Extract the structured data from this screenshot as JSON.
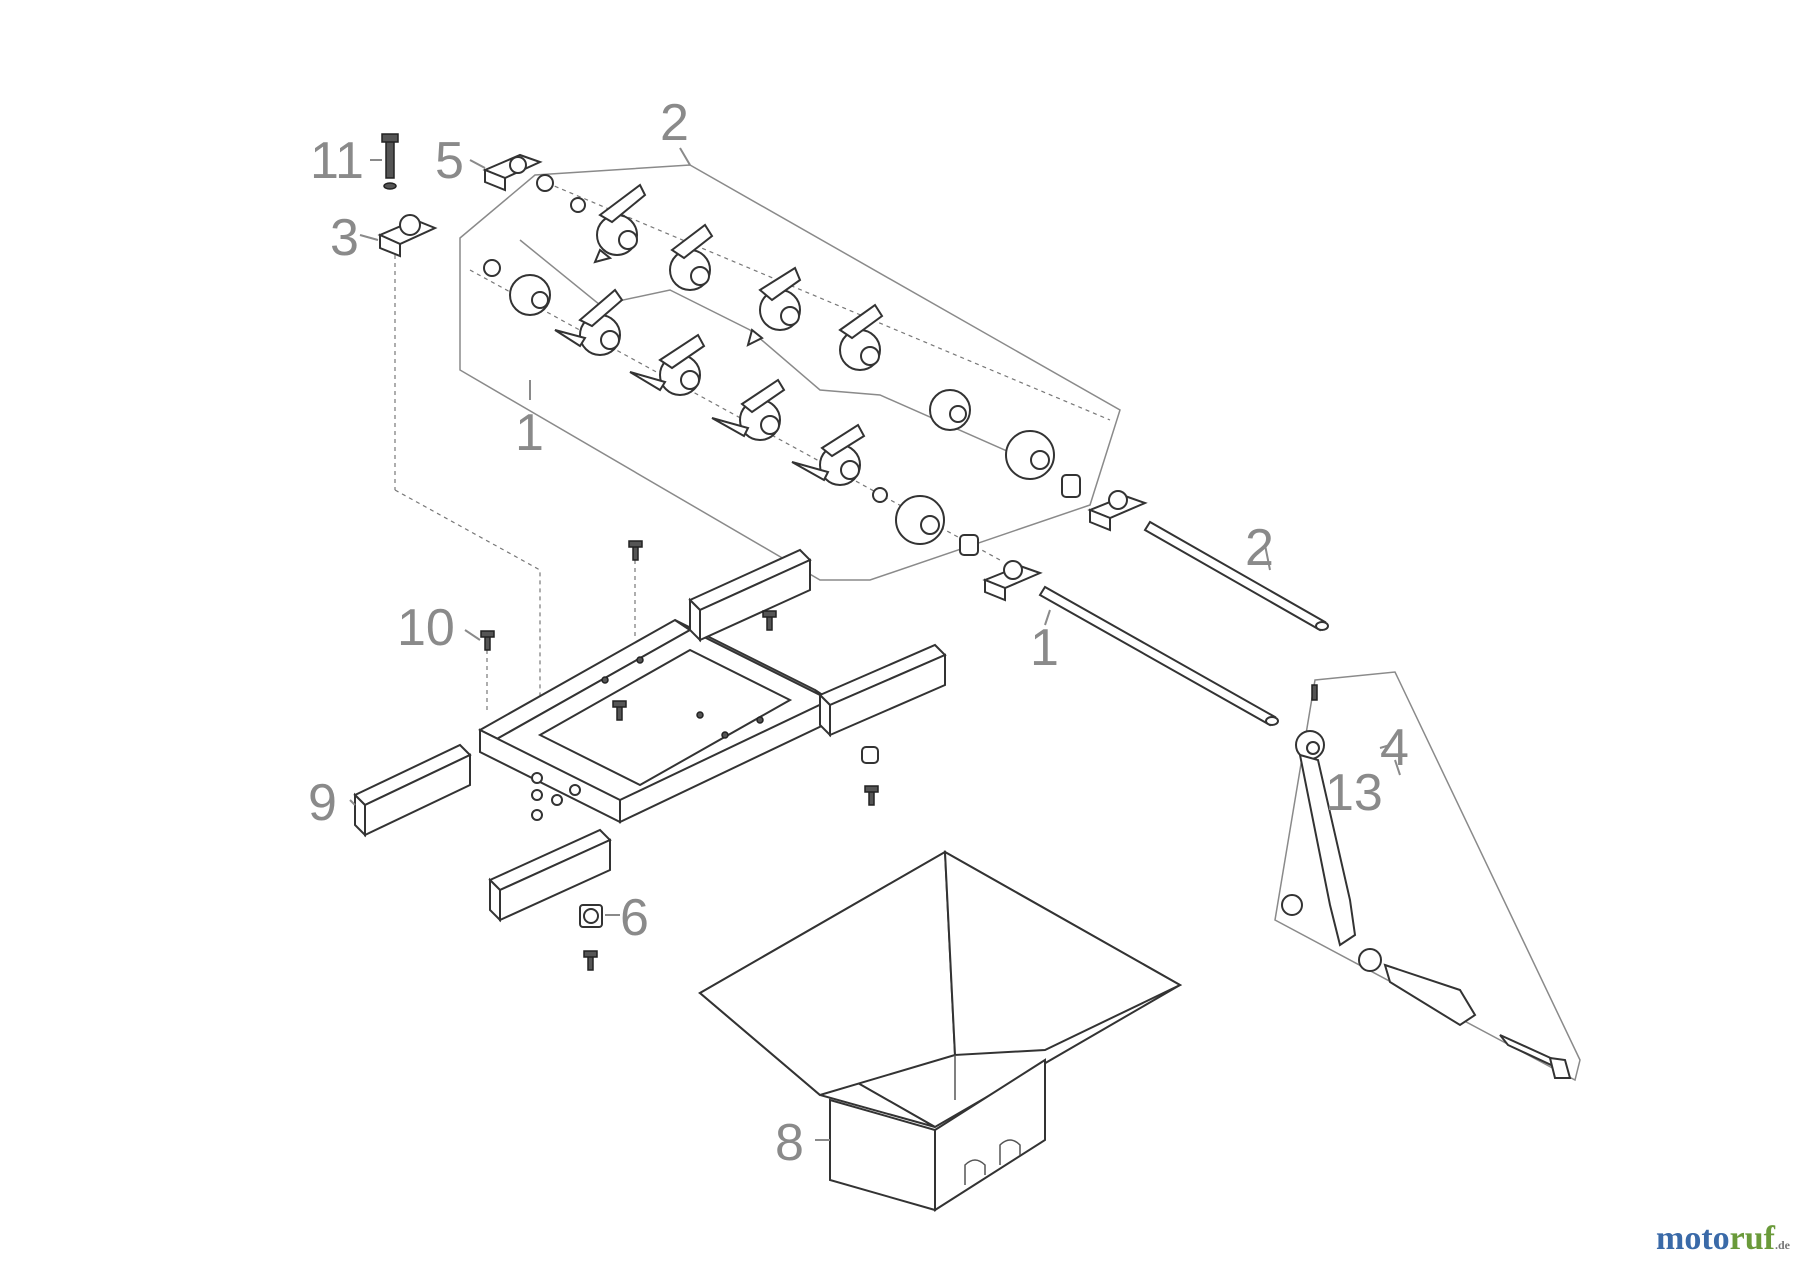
{
  "callouts": {
    "c1a": "1",
    "c1b": "1",
    "c2a": "2",
    "c2b": "2",
    "c3": "3",
    "c4": "4",
    "c5": "5",
    "c6": "6",
    "c8": "8",
    "c9": "9",
    "c10": "10",
    "c11": "11",
    "c13": "13"
  },
  "watermark": {
    "part1": "moto",
    "part2": "ruf",
    "part3": ".de"
  },
  "colors": {
    "callout": "#8a8a8a",
    "line": "#333333",
    "watermark_blue": "#3a6aa8",
    "watermark_green": "#6a9a3a"
  }
}
